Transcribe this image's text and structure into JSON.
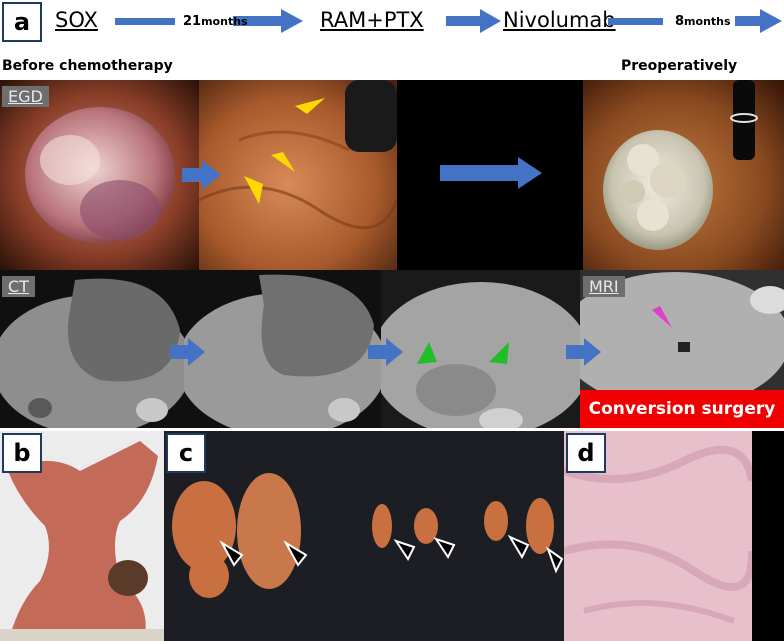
{
  "panels": {
    "a": "a",
    "b": "b",
    "c": "c",
    "d": "d"
  },
  "timeline": {
    "sox": "SOX",
    "gap1_num": "21",
    "gap1_unit": "months",
    "ram_ptx": "RAM+PTX",
    "nivolumab": "Nivolumab",
    "gap2_num": "8",
    "gap2_unit": "months"
  },
  "headers": {
    "before": "Before chemotherapy",
    "preop": "Preoperatively"
  },
  "modalities": {
    "egd": "EGD",
    "ct": "CT",
    "mri": "MRI"
  },
  "banner": "Conversion surgery",
  "colors": {
    "arrow_blue": "#4472c4",
    "yellow_arrowhead": "#ffd800",
    "green_arrowhead": "#1fbf2a",
    "magenta_arrowhead": "#e040c8",
    "banner_red": "#f00000"
  }
}
